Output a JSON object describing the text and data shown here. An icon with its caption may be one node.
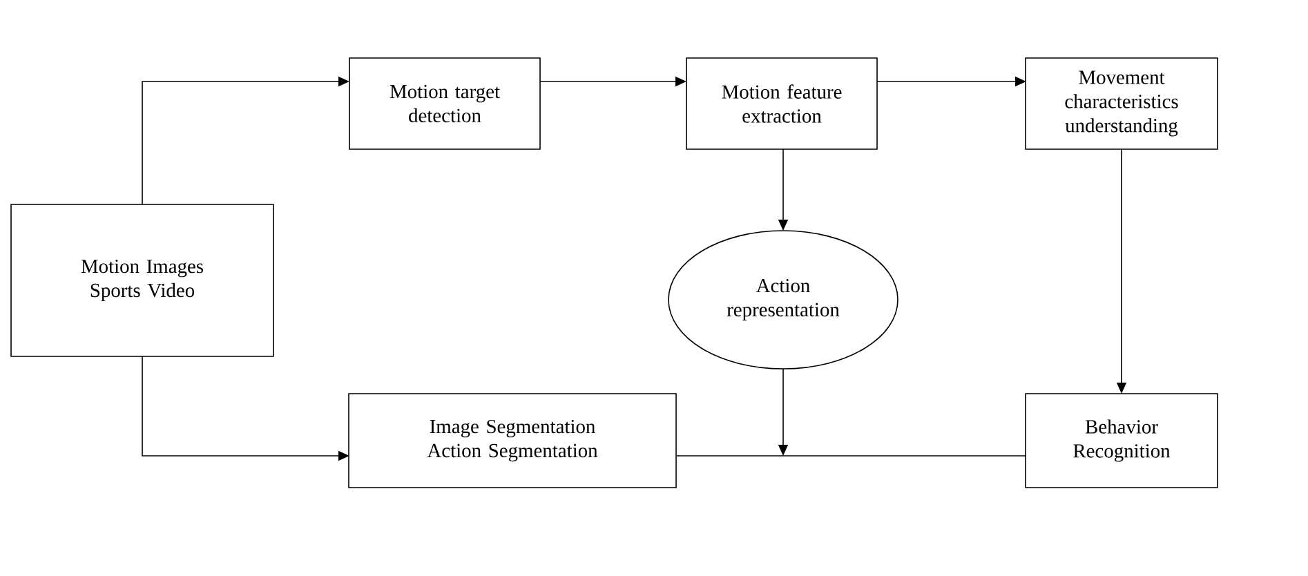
{
  "diagram": {
    "nodes": [
      {
        "text": [
          "Motion Images Sports Video"
        ]
      },
      {
        "text": [
          "Motion target detection"
        ]
      },
      {
        "text": [
          "Motion feature extraction"
        ]
      },
      {
        "text": [
          "Movement characteristics understanding"
        ]
      },
      {
        "text": [
          "Action representation"
        ]
      },
      {
        "text": [
          "Image Segmentation Action Segmentation"
        ]
      },
      {
        "text": [
          "Behavior Recognition"
        ]
      }
    ],
    "edges": [
      {
        "from": 0,
        "to": 1,
        "arrow": "to"
      },
      {
        "from": 0,
        "to": 5,
        "arrow": "to"
      },
      {
        "from": 1,
        "to": 2,
        "arrow": "to"
      },
      {
        "from": 2,
        "to": 3,
        "arrow": "to"
      },
      {
        "from": 2,
        "to": 4,
        "arrow": "to"
      },
      {
        "from": 3,
        "to": 6,
        "arrow": "to"
      },
      {
        "from": 4,
        "to": null,
        "arrow": "to"
      },
      {
        "from": 5,
        "to": 6,
        "arrow": "none"
      }
    ]
  }
}
